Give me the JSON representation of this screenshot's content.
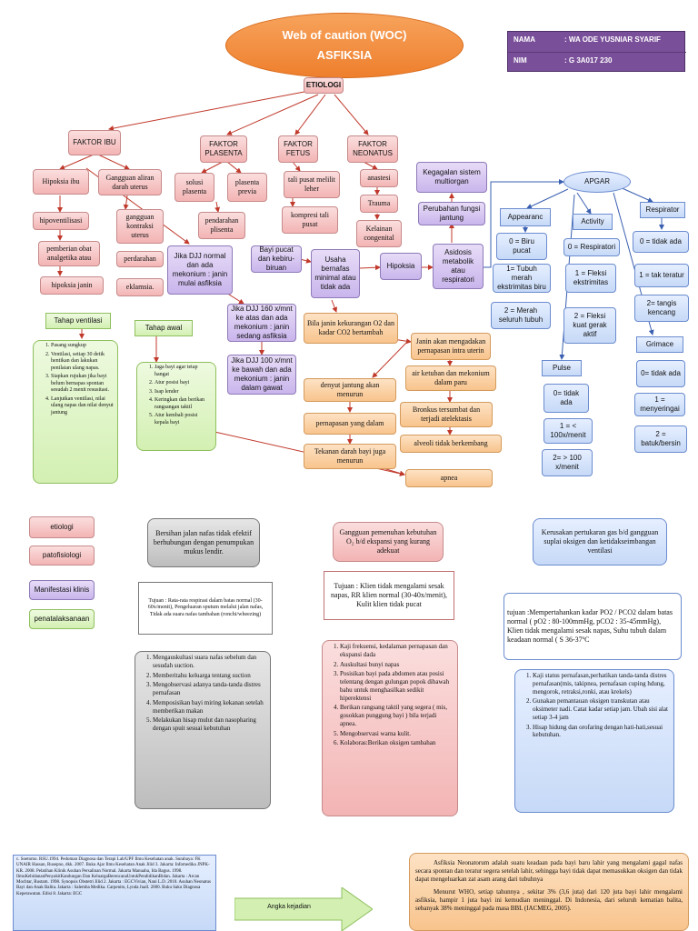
{
  "title": {
    "line1": "Web of caution (WOC)",
    "line2": "ASFIKSIA"
  },
  "identity": {
    "nama_label": "NAMA",
    "nama_value": ": WA ODE YUSNIAR SYARIF",
    "nim_label": "NIM",
    "nim_value": ": G 3A017 230"
  },
  "etiologi": "ETIOLOGI",
  "faktor": {
    "ibu": "FAKTOR IBU",
    "plasenta": "FAKTOR PLASENTA",
    "fetus": "FAKTOR FETUS",
    "neonatus": "FAKTOR NEONATUS"
  },
  "ibu": {
    "hipoksia": "Hipoksia ibu",
    "gangguan_aliran": "Gangguan aliran darah uterus",
    "hipoventilisasi": "hipoventilisasi",
    "pemberian_obat": "pemberian obat analgetika atau",
    "hipoksia_janin": "hipoksia janin",
    "gangguan_kontraksi": "gangguan kontraksi uterus",
    "perdarahan": "perdarahan",
    "eklamsia": "eklamsia."
  },
  "plasenta": {
    "solusi": "solusi plasenta",
    "previa": "plasenta previa",
    "pendarahan": "pendarahan plisenta"
  },
  "fetus": {
    "tali_pusat": "tali pusat melilit leher",
    "kompresi": "kompresi tali pusat"
  },
  "neonatus": {
    "anastesi": "anastesi",
    "trauma": "Trauma",
    "kelainan": "Kelainan congenital"
  },
  "flow": {
    "djj_normal": "Jika DJJ normal dan ada mekonium : janin mulai asfiksia",
    "bayi_pucat": "Bayi pucat dan kebiru-biruan",
    "usaha": "Usaha bernafas minimal atau tidak ada",
    "hipoksia": "Hipoksia",
    "kegagalan": "Kegagalan sistem multiorgan",
    "perubahan": "Perubahan fungsi jantung",
    "asidosis": "Asidosis metabolik atau respiratori",
    "djj160": "Jika DJJ 160 x/mnt ke atas dan ada mekonium : janin sedang asfiksia",
    "djj100": "Jika DJJ 100 x/mnt ke bawah dan ada mekonium : janin dalam gawat",
    "kurang_o2": "Bila janin kekurangan O2 dan kadar CO2 bertambah",
    "janin_mengadakan": "Janin akan mengadakan pernapasan intra uterin",
    "air_ketuban": "air ketuban dan mekonium dalam paru",
    "bronkus": "Bronkus tersumbat dan terjadi atelektasis",
    "alveoli": "alveoli tidak berkembang",
    "denyut": "denyut jantung akan menurun",
    "pernapasan": "pernapasan yang dalam",
    "tekanan": "Tekanan darah bayi juga menurun",
    "apnea": "apnea"
  },
  "apgar": {
    "title": "APGAR",
    "appearance": "Appearanc",
    "app_0": "0 = Biru pucat",
    "app_1": "1= Tubuh merah ekstrimitas biru",
    "app_2": "2 = Merah seluruh tubuh",
    "activity": "Activity",
    "act_0": "0 = Respiratori",
    "act_1": "1 = Fleksi ekstrimitas",
    "act_2": "2 = Fleksi kuat gerak aktif",
    "respirator": "Respirator",
    "res_0": "0 = tidak ada",
    "res_1": "1 = tak teratur",
    "res_2": "2= tangis kencang",
    "pulse": "Pulse",
    "pul_0": "0= tidak ada",
    "pul_1": "1 = < 100x/menit",
    "pul_2": "2= > 100 x/menit",
    "grimace": "Grimace",
    "gri_0": "0= tidak ada",
    "gri_1": "1 = menyeringai",
    "gri_2": "2 = batuk/bersin"
  },
  "tahap": {
    "ventilasi": "Tahap ventilasi",
    "awal": "Tahap awal",
    "ventilasi_items": [
      "Pasang sungkup",
      "Ventilasi, setiap 30 detik hentikan dan lakukan penilaian ulang napas.",
      "Siapkan rujukan jika bayi belum bernapas spontan sesudah 2 menit resusitasi.",
      "Lanjutkan ventilasi, nilai ulang napas dan nilai denyut jantung"
    ],
    "awal_items": [
      "Jaga bayi agar tetap hangat",
      "Atur posisi bayi",
      "Isap lender",
      "Keringkan dan berikan rangsangan taktil",
      "Atur kembali posisi kepala bayi"
    ]
  },
  "legend": {
    "etiologi": "etiologi",
    "patofisiologi": "patofisiologi",
    "manifestasi": "Manifestasi klinis",
    "penatalaksanaan": "penatalaksanaan"
  },
  "dx1": {
    "title": "Bersihan jalan nafas tidak efektif berhubungan dengan penumpukan mukus lendir.",
    "tujuan": "Tujuan : Rata-rata respirasi dalam batas normal (30-60x/menit), Pengeluaran sputum melalui jalan nafas, Tidak ada suara nafas tambahan (ronchi/wheezing)",
    "items": [
      "Mengauskultasi suara nafas sebelum dan sesudah suction.",
      "Memberitahu keluarga tentang suction",
      "Mengobservasi adanya tanda-tanda distres pernafasan",
      "Memposisikan bayi miring kekanan setelah memberikan makan",
      "Melakukan hisap mulut dan nasopharing dengan spuit sesuai kebutuhan"
    ]
  },
  "dx2": {
    "title": "Gangguan pemenuhan kebutuhan O₂ b/d ekspansi yang kurang adekuat",
    "tujuan": "Tujuan : Klien tidak mengalami sesak napas, RR klien normal (30-40x/menit), Kulit klien tidak pucat",
    "items": [
      "Kaji frekuensi, kedalaman pernapasan dan ekspansi dada",
      "Auskultasi bunyi napas",
      "Posisikan bayi pada abdomen atau posisi telentang dengan gulungan popok dibawah bahu untuk menghasilkan sedikit hiperektensi",
      "Berikan rangsang taktil yang segera ( mis, gosokkan punggung bayi ) bila terjadi apnea.",
      "Mengobservasi warna kulit.",
      "Kolaboras:Berikan oksigen tambahan"
    ]
  },
  "dx3": {
    "title": "Kerusakan pertukaran gas b/d gangguan suplai oksigen dan ketidakseimbangan ventilasi",
    "tujuan": "tujuan :Mempertahankan kadar PO2 / PCO2 dalam batas normal ( pO2 : 80-100mmHg, pCO2 : 35-45mmHg), Klien tidak mengalami sesak napas, Suhu tubuh dalam keadaan normal ( S 36-37ºC",
    "items": [
      "Kaji status pernafasan,perhatikan tanda-tanda distres pernafasan(mis, takipnea, pernafasan cuping hdung, mengorok, retraksi,ronki, atau krekels)",
      "Gunakan pemantauan oksigen transkutan atau oksimeter nadi. Catat kadar setiap jam. Ubah sisi alat setiap 3-4 jam",
      "Hisap hidung dan orofaring dengan hati-hati,sesuai kebutuhan."
    ]
  },
  "refs": "c. Soetomo. RSU.1994. Pedoman Diagnosa dan Terapi Lab/UPF Ilmu Kesehatan anak. Surabaya: FK UNAIR Hassan, Rusepno, dkk. 2007. Buku Ajar Ilmu Kesehatan Anak Jilid 3. Jakarta: Infomedika JNPK-KR. 2008. Pelatihan Klinik Asuhan Persalinan Normal. Jakarta Manuaba, Ida Bagus. 1998. IlmuKebidananPenyakitKandungan Dan KeluargaBerencanaUntukPendidikanBidan. Jakarta : Arcan Mochtar, Rustam. 1998. Synopsis Obstetri Jilid 2. Jakarta : EGCVivian, Nani L.D. 2010. Asuhan Neonatus Bayi dan Anak Balita. Jakarta : Salemba Medika. Carpenito, Lynda Juall. 2000. Buku Saku Diagnosa Keperawatan. Edisi 8. Jakarta: EGC",
  "angka": "Angka kejadian",
  "desc": {
    "p1": "Asfiksia Neonatorum adalah suatu keadaan pada bayi baru lahir yang mengalami gagal nafas secara spontan dan teratur segera setelah lahir, sehingga bayi tidak dapat memasukkan oksigen dan tidak dapat mengeluarkan zat asam arang dari tubuhnya",
    "p2": "Menurut WHO, setiap tahunnya , sekitar 3% (3,6 juta) dari 120 juta bayi lahir mengalami asfiksia, hampir 1 juta bayi ini kemudian meninggal. Di Indonesia, dari seluruh kematian balita, sebanyak 38% meninggal pada masa BBL (IACMEG, 2005)."
  },
  "colors": {
    "pink": "#f3b4b4",
    "orange": "#f8c48d",
    "purple": "#c9b5ec",
    "blue": "#c6d9f7",
    "green": "#d3f0b2",
    "title_orange": "#f0883a",
    "identity_purple": "#7a4f9a",
    "line_red": "#c0392b"
  }
}
